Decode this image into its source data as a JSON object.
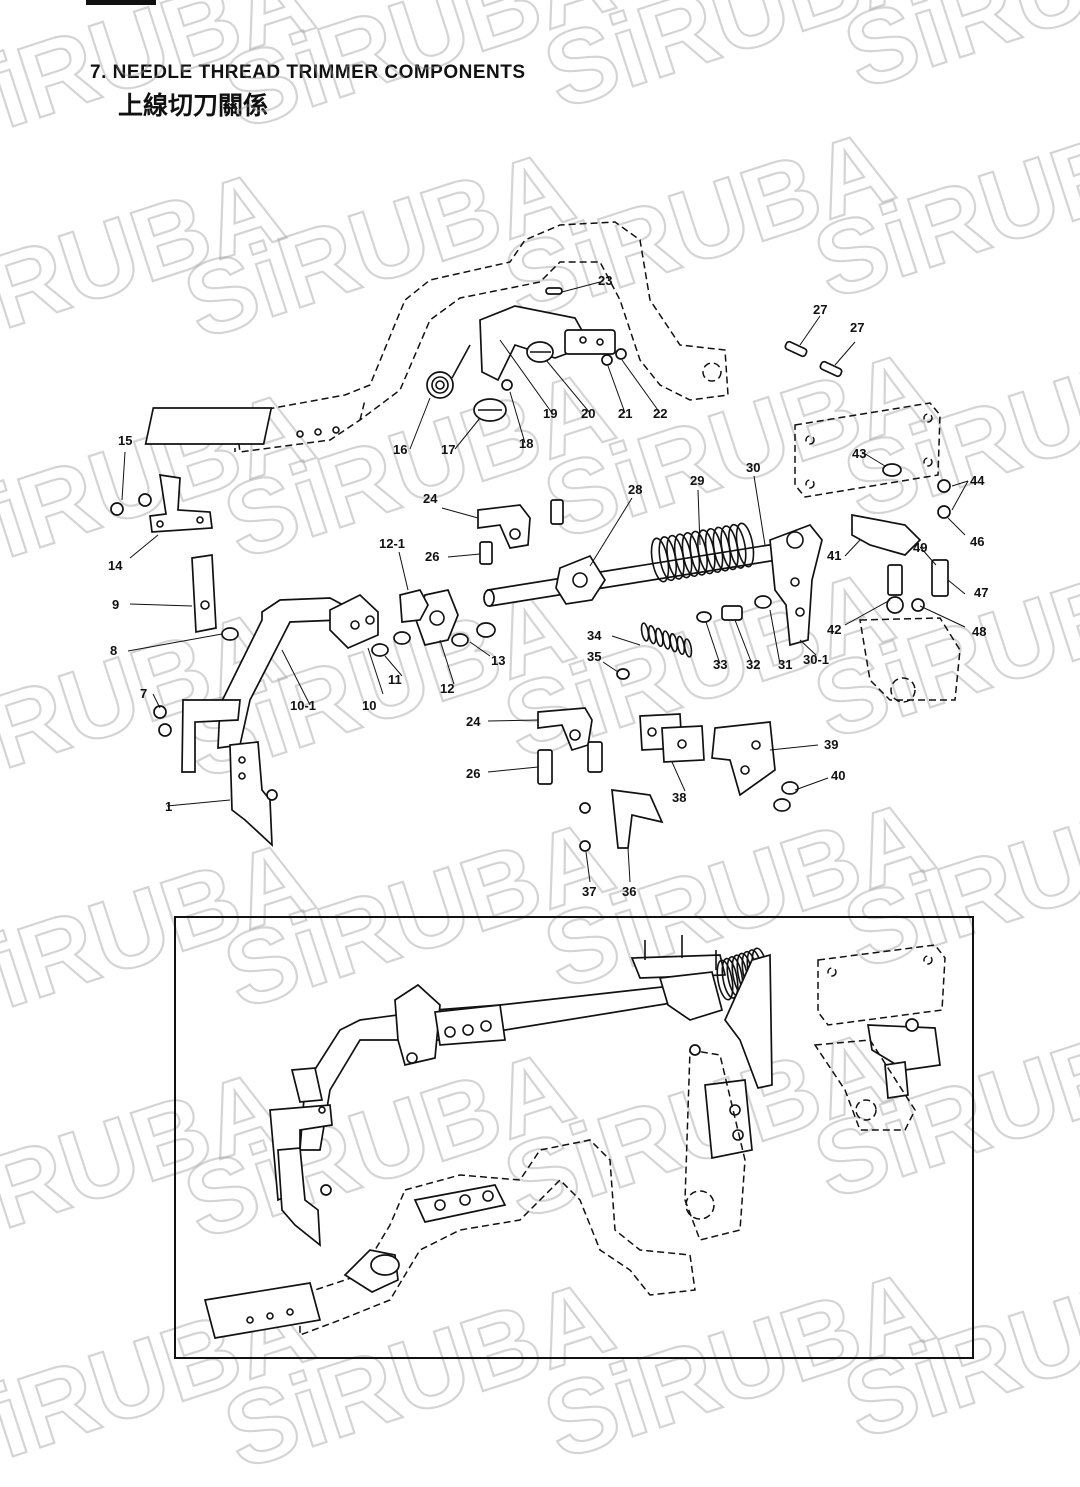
{
  "header": {
    "title_en": "7. NEEDLE THREAD TRIMMER COMPONENTS",
    "title_zh": "上線切刀關係"
  },
  "watermark": {
    "text": "SiRUBA",
    "color": "#9a9a9a"
  },
  "callouts": [
    "1",
    "7",
    "8",
    "9",
    "10",
    "10-1",
    "11",
    "12",
    "12-1",
    "13",
    "14",
    "15",
    "16",
    "17",
    "18",
    "19",
    "20",
    "21",
    "22",
    "23",
    "24",
    "24",
    "26",
    "26",
    "27",
    "27",
    "28",
    "29",
    "30",
    "30-1",
    "31",
    "32",
    "33",
    "34",
    "35",
    "36",
    "37",
    "38",
    "39",
    "40",
    "41",
    "42",
    "43",
    "44",
    "46",
    "47",
    "48",
    "49"
  ]
}
